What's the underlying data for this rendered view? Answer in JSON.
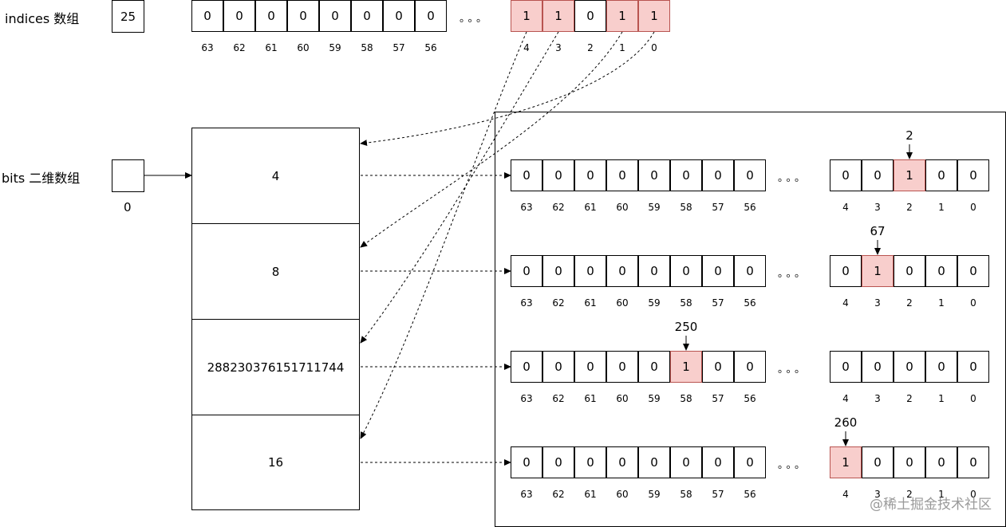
{
  "indices": {
    "label": "indices 数组",
    "length_value": "25",
    "high_cells": [
      "0",
      "0",
      "0",
      "0",
      "0",
      "0",
      "0",
      "0"
    ],
    "high_idx": [
      "63",
      "62",
      "61",
      "60",
      "59",
      "58",
      "57",
      "56"
    ],
    "low_cells": [
      "1",
      "1",
      "0",
      "1",
      "1"
    ],
    "low_idx": [
      "4",
      "3",
      "2",
      "1",
      "0"
    ],
    "ellipsis": "。。。"
  },
  "bits": {
    "label": "bits 二维数组",
    "pointer_index": "0",
    "words": [
      "4",
      "8",
      "288230376151711744",
      "16"
    ]
  },
  "rows": [
    {
      "high": [
        "0",
        "0",
        "0",
        "0",
        "0",
        "0",
        "0",
        "0"
      ],
      "low": [
        "0",
        "0",
        "1",
        "0",
        "0"
      ],
      "annotation": "2"
    },
    {
      "high": [
        "0",
        "0",
        "0",
        "0",
        "0",
        "0",
        "0",
        "0"
      ],
      "low": [
        "0",
        "1",
        "0",
        "0",
        "0"
      ],
      "annotation": "67"
    },
    {
      "high": [
        "0",
        "0",
        "0",
        "0",
        "0",
        "1",
        "0",
        "0"
      ],
      "low": [
        "0",
        "0",
        "0",
        "0",
        "0"
      ],
      "annotation": "250"
    },
    {
      "high": [
        "0",
        "0",
        "0",
        "0",
        "0",
        "0",
        "0",
        "0"
      ],
      "low": [
        "1",
        "0",
        "0",
        "0",
        "0"
      ],
      "annotation": "260"
    }
  ],
  "row_idx_high": [
    "63",
    "62",
    "61",
    "60",
    "59",
    "58",
    "57",
    "56"
  ],
  "row_idx_low": [
    "4",
    "3",
    "2",
    "1",
    "0"
  ],
  "watermark": "@稀土掘金技术社区",
  "colors": {
    "highlight_fill": "#f8cecc",
    "highlight_stroke": "#b85450",
    "line": "#000000"
  }
}
